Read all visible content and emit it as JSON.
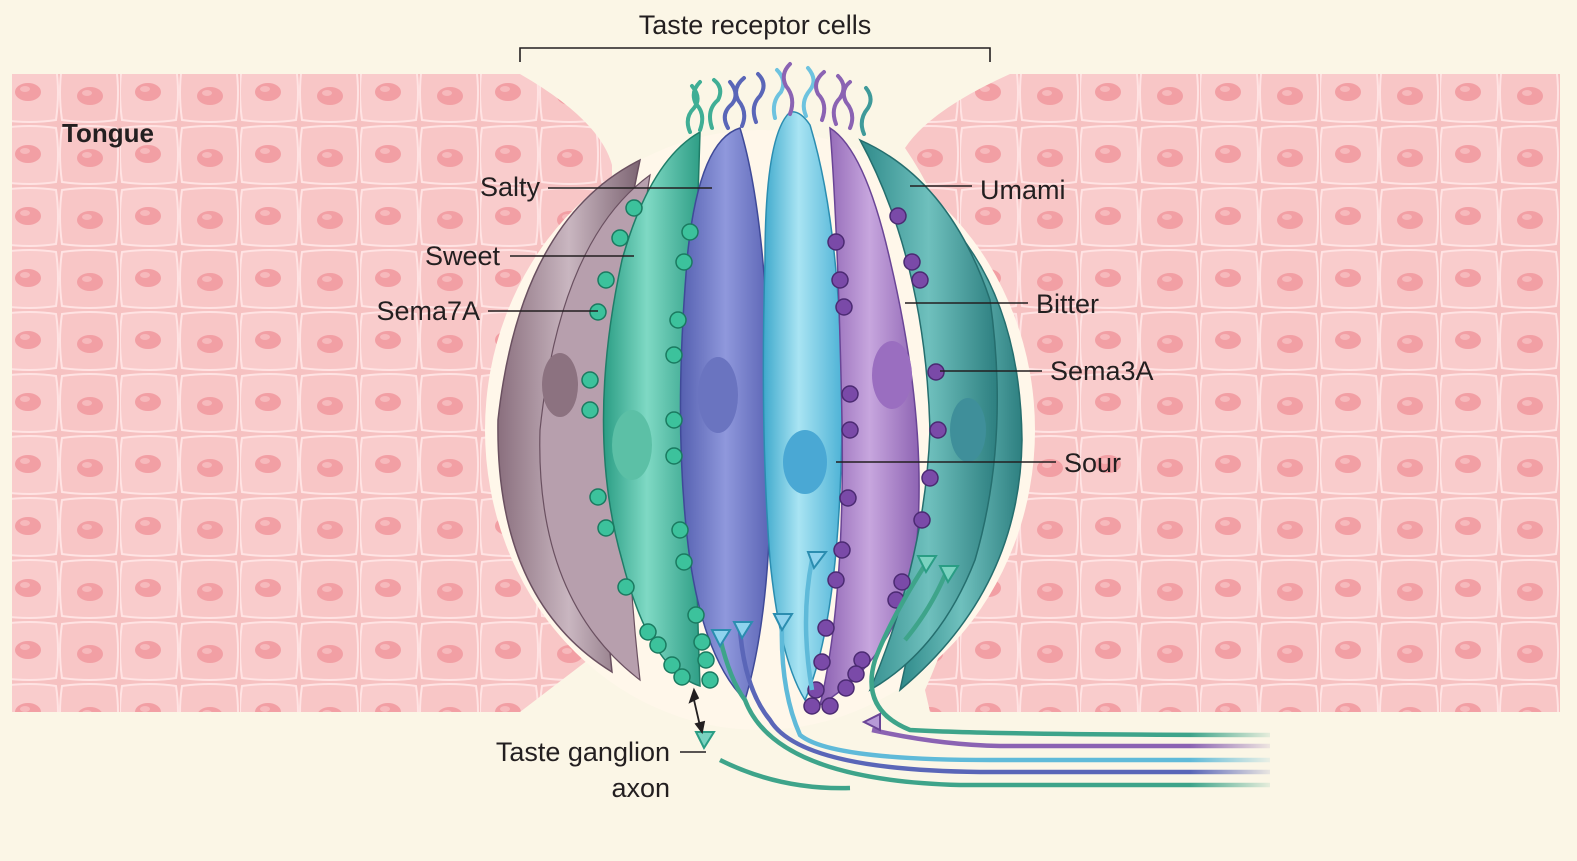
{
  "title": "Taste receptor cells",
  "region_label": "Tongue",
  "labels": {
    "salty": "Salty",
    "sweet": "Sweet",
    "sema7a": "Sema7A",
    "umami": "Umami",
    "bitter": "Bitter",
    "sema3a": "Sema3A",
    "sour": "Sour",
    "axon_line1": "Taste ganglion",
    "axon_line2": "axon"
  },
  "colors": {
    "background": "#fbf6e6",
    "tongue_tissue": "#f7c6c6",
    "tissue_nucleus": "#f19aa0",
    "salty_cell": "#6f79c6",
    "sweet_cell": "#3fb39a",
    "sour_cell": "#6ec9e3",
    "bitter_cell": "#a27cc2",
    "umami_cell": "#3e9a9a",
    "sema7a_dot": "#2eb08c",
    "sema3a_dot": "#6a3d96"
  }
}
